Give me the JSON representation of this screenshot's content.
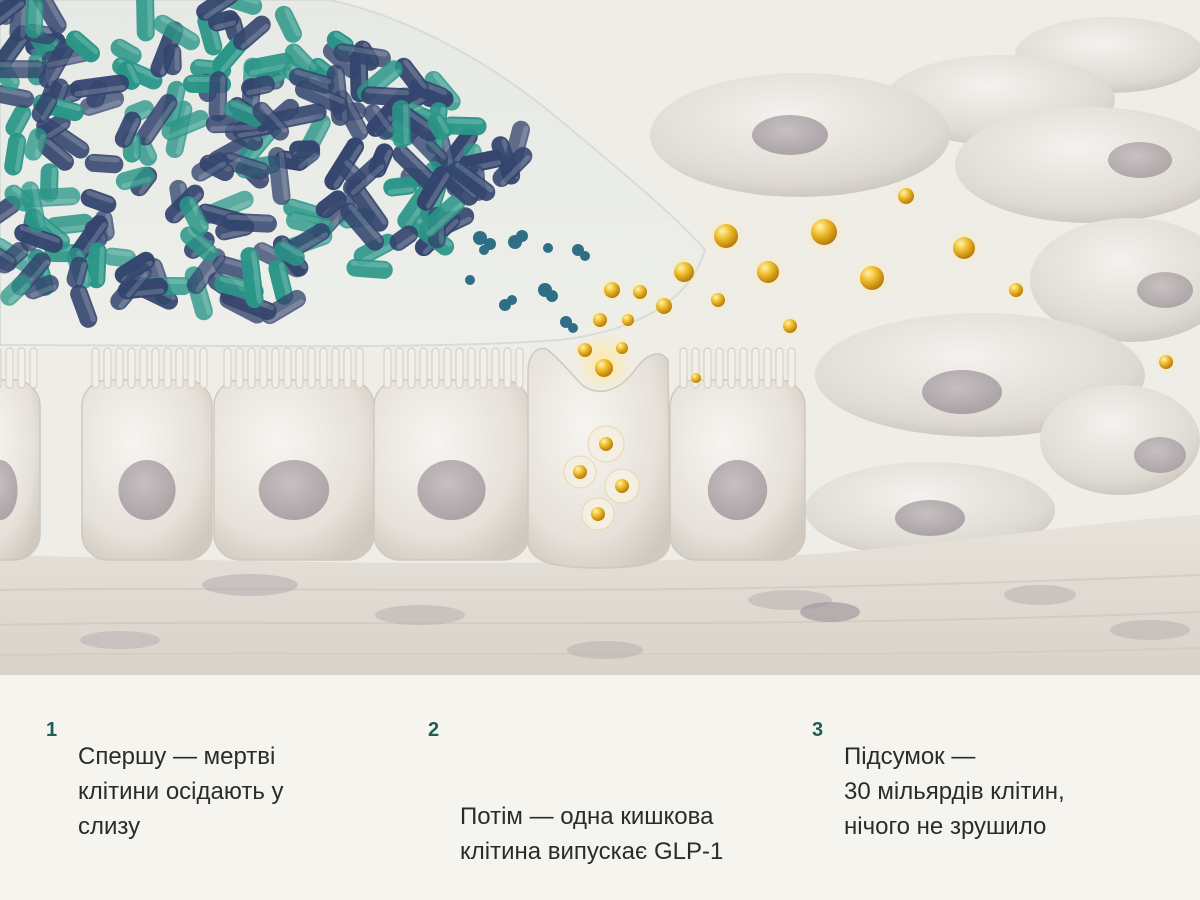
{
  "steps": [
    {
      "number": "1",
      "line1": "Спершу — мертві",
      "line2": "клітини осідають у",
      "line3": "слизу"
    },
    {
      "number": "2",
      "line1": "Потім — одна кишкова",
      "line2": "клітина випускає GLP-1"
    },
    {
      "number": "3",
      "line1": "Підсумок —",
      "line2": "30 мільярдів клітин,",
      "line3": "нічого не зрушило"
    }
  ],
  "colors": {
    "accent_number": "#1f5c55",
    "bacteria_teal": "#2a9688",
    "bacteria_navy": "#34456e",
    "glp1_gold": "#e2a91c",
    "cell_white": "#eae6df"
  }
}
